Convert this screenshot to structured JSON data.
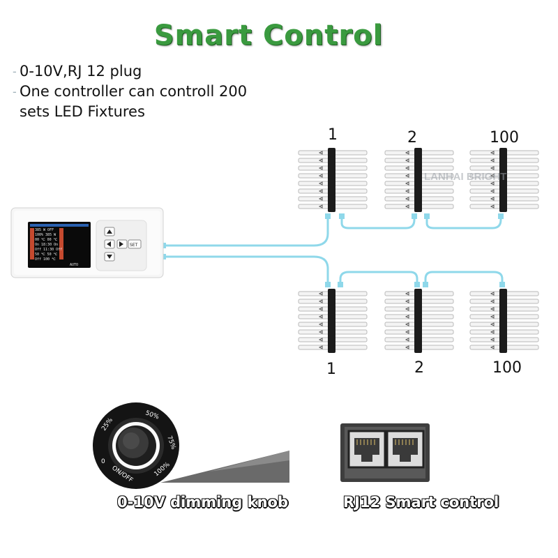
{
  "title": "Smart Control",
  "bullets": [
    "0-10V,RJ 12 plug",
    "One controller can controll 200",
    "sets  LED Fixtures"
  ],
  "top_row_labels": [
    "1",
    "2",
    "100"
  ],
  "bottom_row_labels": [
    "1",
    "2",
    "100"
  ],
  "watermark": "LANHAI BRIGHT",
  "controller": {
    "buttons": [
      "SET"
    ],
    "screen_lines": [
      "385 W OFF",
      "100% 385 W",
      "00 ℃ 00 ℃",
      "On 18:30 On",
      "Off 11:30 Off",
      "50 ℃ 50 ℃",
      "Off 100 ℃",
      "AUTO"
    ]
  },
  "knob_marks": [
    "25%",
    "50%",
    "75%",
    "100%",
    "0",
    "ON/OFF"
  ],
  "captions": {
    "knob": "0-10V dimming knob",
    "rj12": "RJ12 Smart control"
  },
  "colors": {
    "title_green": "#3a9a3f",
    "cable": "#8fd8ea"
  }
}
